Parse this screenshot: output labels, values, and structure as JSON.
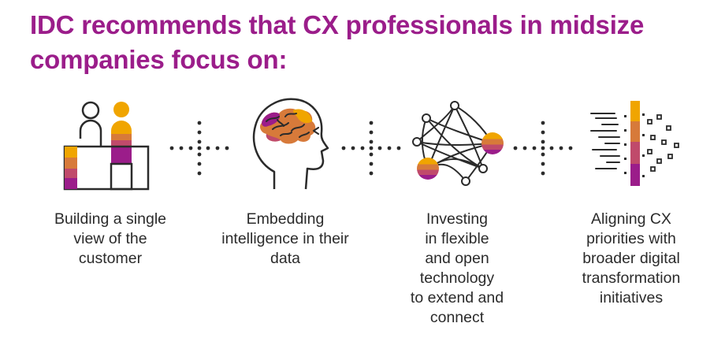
{
  "title": {
    "line1": "IDC recommends that CX professionals in midsize",
    "line2": "companies focus on:"
  },
  "colors": {
    "title": "#9b1d8a",
    "orange": "#f0a500",
    "mid_orange": "#d77a3a",
    "rose": "#c04a6b",
    "purple": "#9b1d8a",
    "outline": "#2b2b2b"
  },
  "steps": [
    {
      "icon": "customer-view-icon",
      "caption_lines": [
        "Building a single",
        "view of the",
        "customer"
      ]
    },
    {
      "icon": "brain-head-icon",
      "caption_lines": [
        "Embedding",
        "intelligence in their",
        "data"
      ]
    },
    {
      "icon": "network-icon",
      "caption_lines": [
        "Investing",
        "in flexible",
        "and open",
        "technology",
        "to extend and",
        "connect"
      ]
    },
    {
      "icon": "digital-transformation-icon",
      "caption_lines": [
        "Aligning CX",
        "priorities with",
        "broader digital",
        "transformation",
        "initiatives"
      ]
    }
  ]
}
